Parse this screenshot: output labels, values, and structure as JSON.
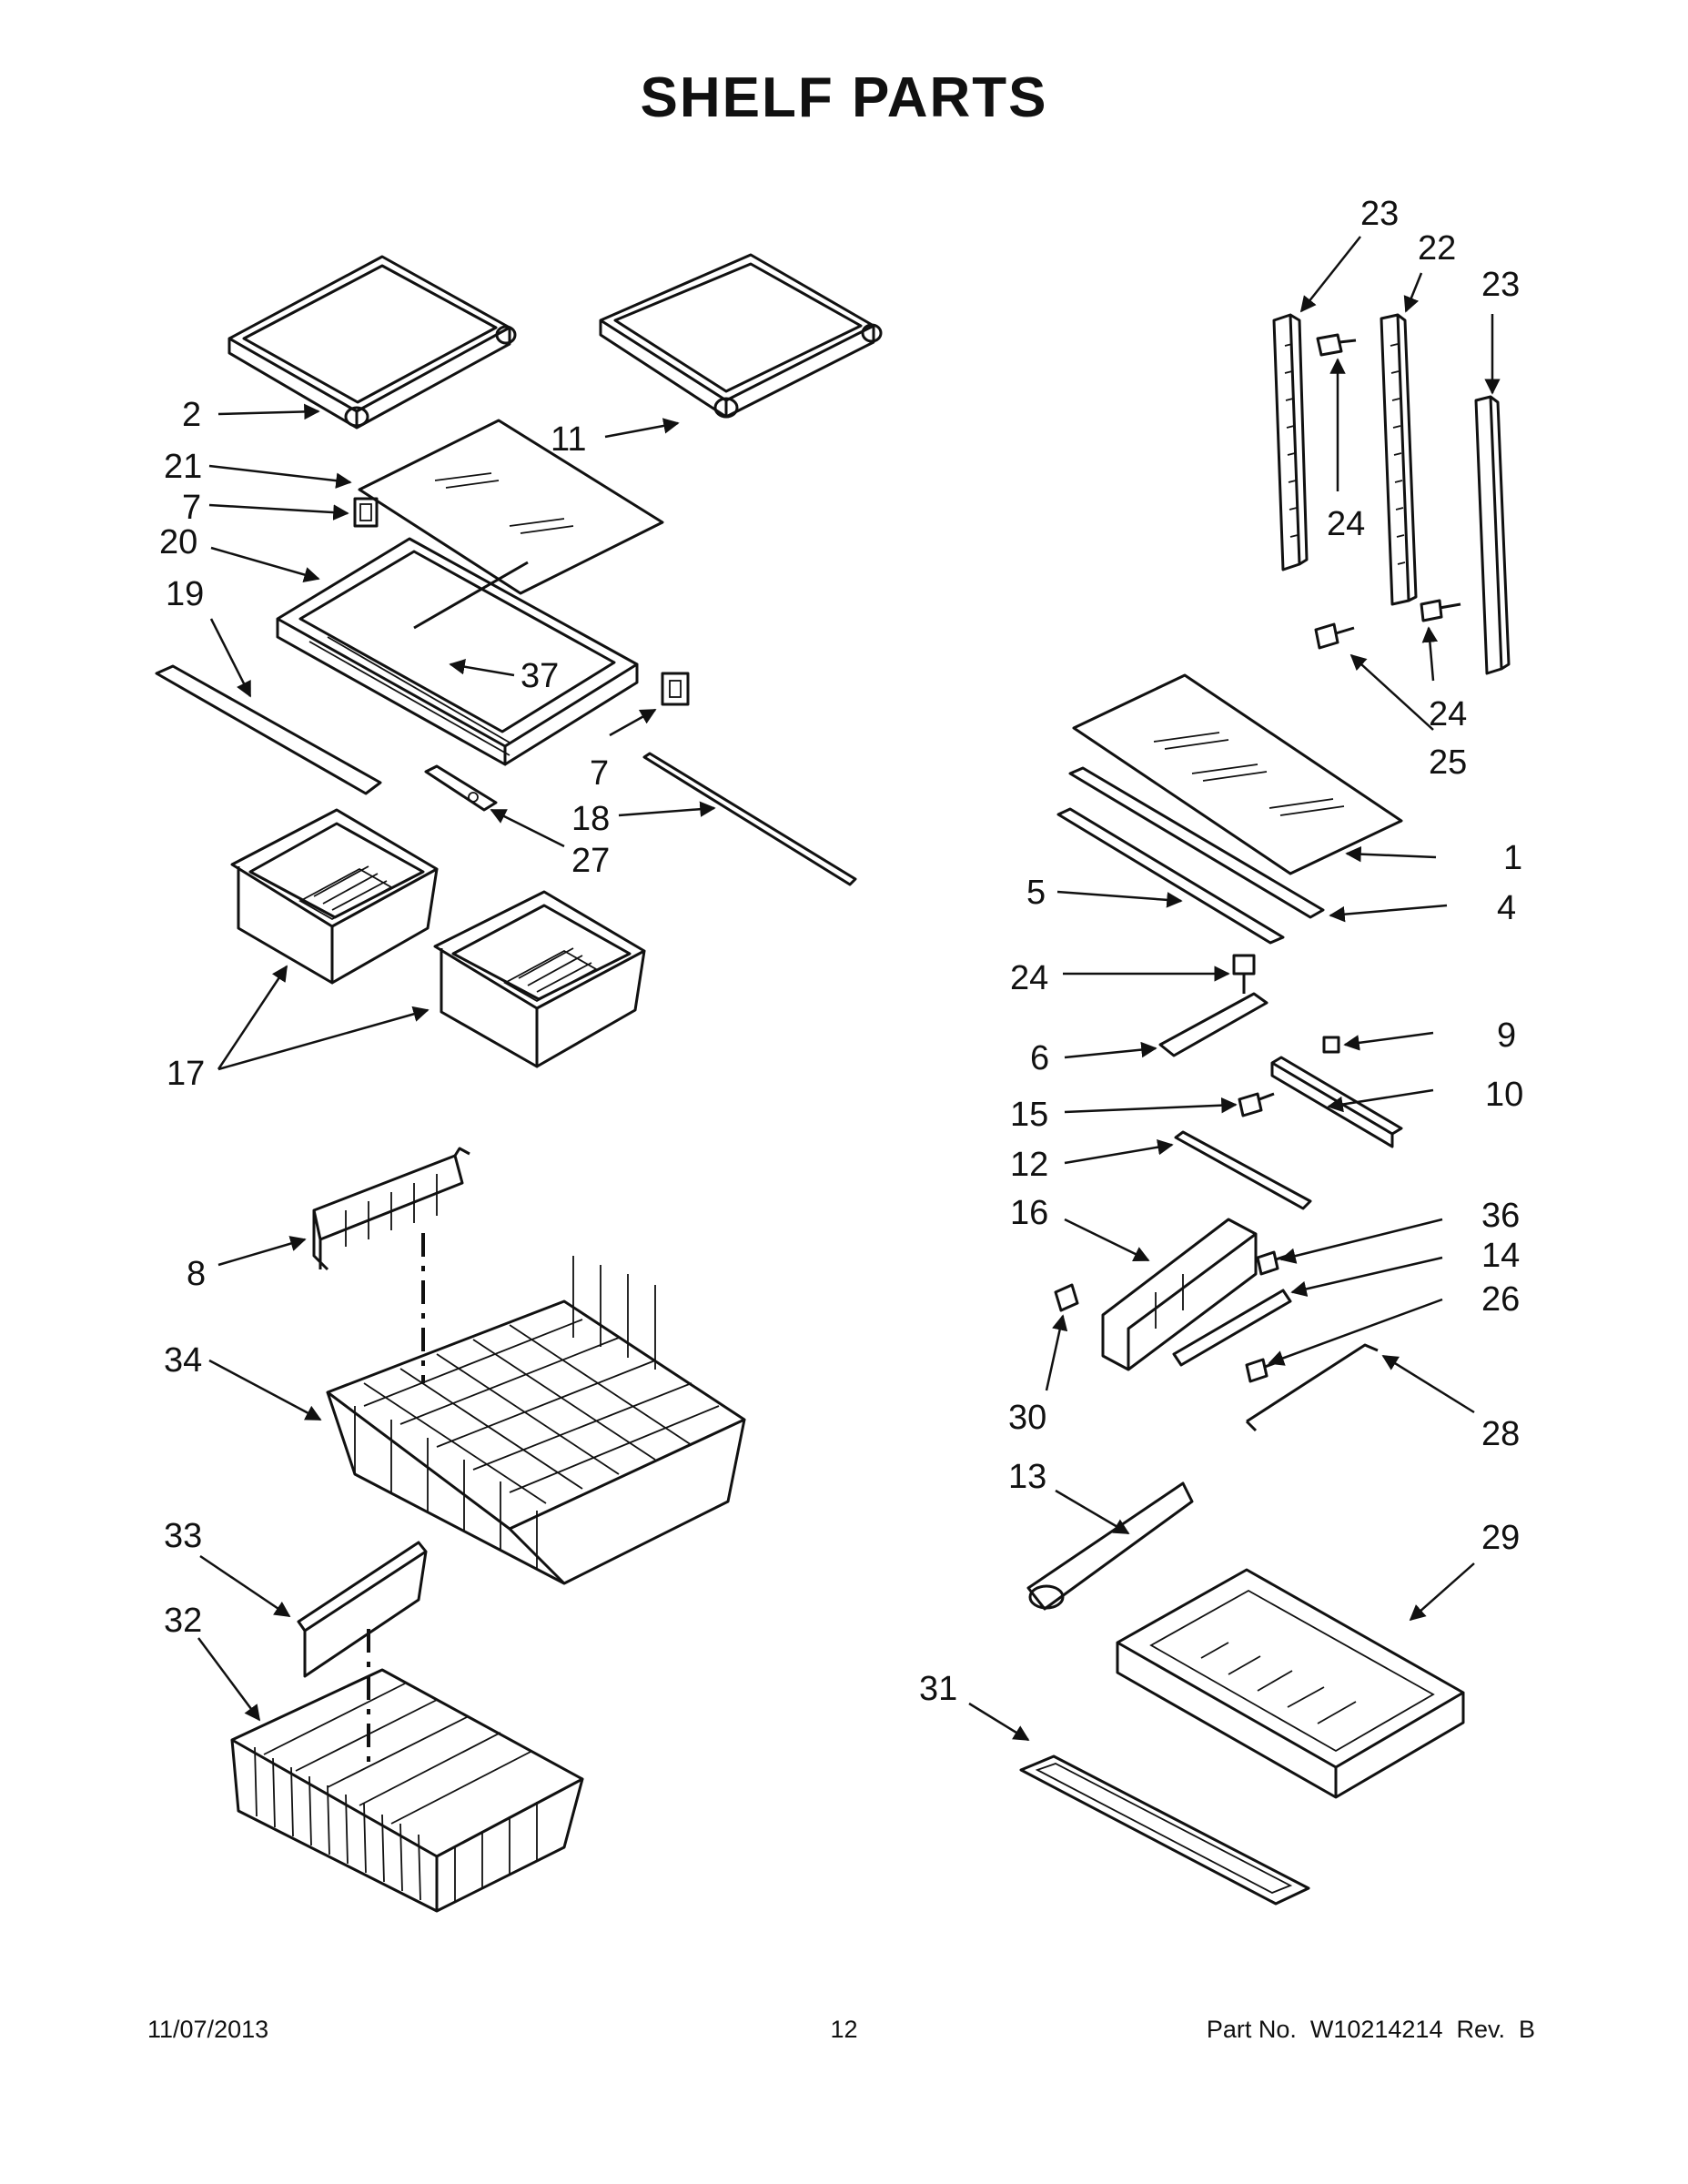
{
  "title": "SHELF PARTS",
  "callouts": {
    "c1": "1",
    "c2": "2",
    "c4": "4",
    "c5": "5",
    "c6": "6",
    "c7a": "7",
    "c7b": "7",
    "c8": "8",
    "c9": "9",
    "c10": "10",
    "c11": "11",
    "c12": "12",
    "c13": "13",
    "c14": "14",
    "c15": "15",
    "c16": "16",
    "c17": "17",
    "c18": "18",
    "c19": "19",
    "c20": "20",
    "c21": "21",
    "c22": "22",
    "c23a": "23",
    "c23b": "23",
    "c24a": "24",
    "c24b": "24",
    "c24c": "24",
    "c25": "25",
    "c26": "26",
    "c27": "27",
    "c28": "28",
    "c29": "29",
    "c30": "30",
    "c31": "31",
    "c32": "32",
    "c33": "33",
    "c34": "34",
    "c36": "36",
    "c37": "37"
  },
  "footer": {
    "date": "11/07/2013",
    "page": "12",
    "part_no": "Part No.  W10214214  Rev.  B"
  }
}
